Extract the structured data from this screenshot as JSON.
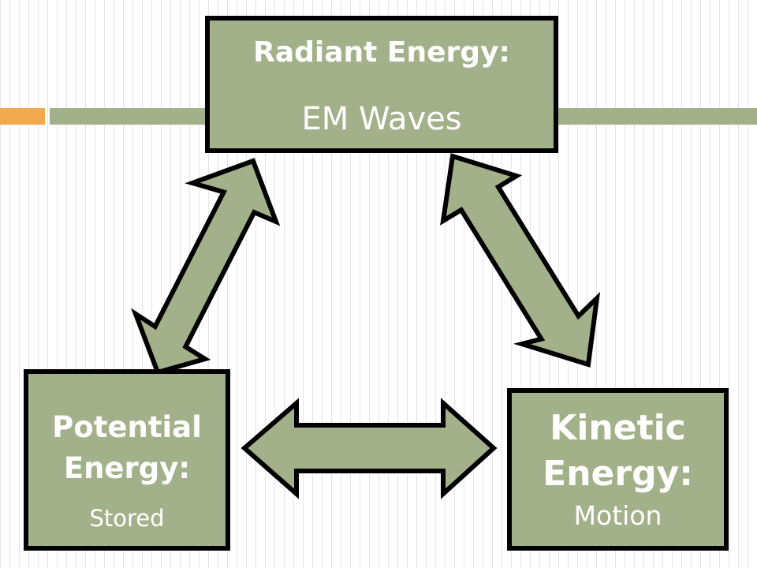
{
  "colors": {
    "box_fill": "#a3b18a",
    "border": "#000000",
    "text": "#ffffff",
    "accent": "#f3a94d"
  },
  "radiant": {
    "title": "Radiant Energy:",
    "subtitle": "EM Waves"
  },
  "potential": {
    "title_line1": "Potential",
    "title_line2": "Energy:",
    "subtitle": "Stored"
  },
  "kinetic": {
    "title_line1": "Kinetic",
    "title_line2": "Energy:",
    "subtitle": "Motion"
  }
}
